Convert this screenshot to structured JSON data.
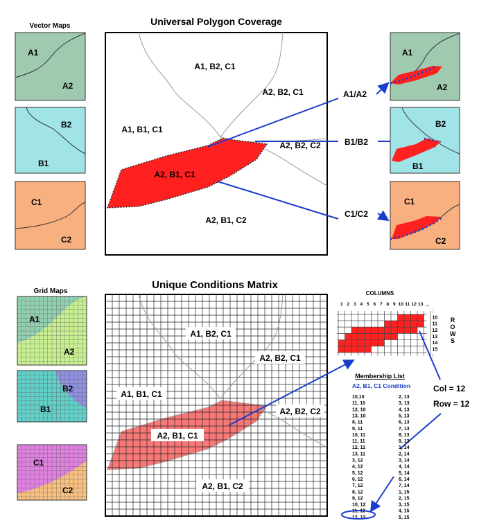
{
  "top": {
    "title": "Universal Polygon Coverage",
    "left_caption": "Vector Maps",
    "map_labels": {
      "a1": "A1",
      "a2": "A2",
      "b1": "B1",
      "b2": "B2",
      "c1": "C1",
      "c2": "C2"
    },
    "polygons": [
      "A1, B2, C1",
      "A2, B2, C1",
      "A1, B1, C1",
      "A2, B2, C2",
      "A2, B1, C1",
      "A2, B1, C2"
    ],
    "boundaries": [
      "A1/A2",
      "B1/B2",
      "C1/C2"
    ]
  },
  "bottom": {
    "title": "Unique Conditions Matrix",
    "left_caption": "Grid Maps",
    "columns_title": "COLUMNS",
    "rows_title": "ROWS",
    "column_labels": [
      "1",
      "2",
      "3",
      "4",
      "5",
      "6",
      "7",
      "8",
      "9",
      "10",
      "11",
      "12",
      "13",
      "..."
    ],
    "row_labels": [
      ":",
      "10",
      "11",
      "12",
      "13",
      "14",
      "15",
      ":"
    ],
    "col_readout": "Col = 12",
    "row_readout": "Row = 12",
    "membership_title": "Membership List",
    "membership_subtitle": "A2, B1, C1 Condition",
    "membership_left": [
      "10,10",
      "11, 10",
      "12, 10",
      "13, 10",
      "8, 11",
      "9, 11",
      "10, 11",
      "11, 11",
      "12, 11",
      "13, 11",
      "3, 12",
      "4, 12",
      "5, 12",
      "6, 12",
      "7, 12",
      "8, 12",
      "9, 12",
      "10, 12",
      "11, 12",
      "12, 12"
    ],
    "membership_right": [
      "2, 13",
      "3, 13",
      "4, 13",
      "5, 13",
      "6, 13",
      "7, 13",
      "8, 13",
      "9, 13",
      "1, 14",
      "2, 14",
      "3, 14",
      "4, 14",
      "5, 14",
      "6, 14",
      "7, 14",
      "1, 15",
      "2, 15",
      "3, 15",
      "4, 15",
      "5, 15"
    ]
  },
  "colors": {
    "red": "#ff2020",
    "pink": "#f87878",
    "blue": "#1a3ccc",
    "green": "#9fcab0",
    "cyan": "#a0e4e8",
    "orange": "#f8b080"
  }
}
